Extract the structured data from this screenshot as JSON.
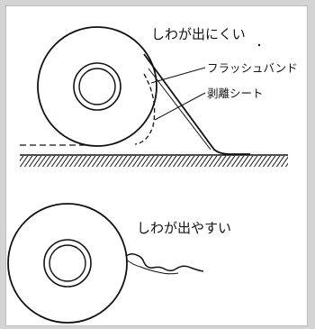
{
  "diagram": {
    "top": {
      "caption": "しわが出にくい",
      "labels": {
        "flash_band": "フラッシュバンド",
        "release_sheet": "剥離シート"
      }
    },
    "bottom": {
      "caption": "しわが出やすい"
    }
  },
  "colors": {
    "ink": "#111111",
    "paper": "#ffffff",
    "frame_bg": "#d4d4d4"
  }
}
